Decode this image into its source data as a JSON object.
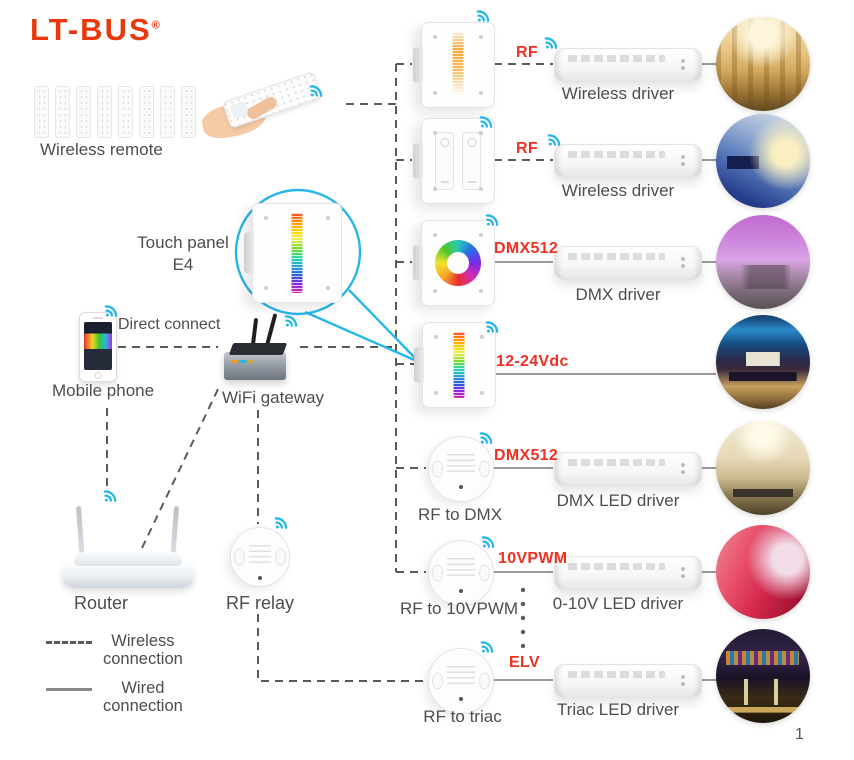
{
  "page": {
    "number": "1"
  },
  "logo": {
    "text": "LT-BUS",
    "reg": "®"
  },
  "colors": {
    "brand_red": "#e8380d",
    "protocol_label_red": "#ee3124",
    "wifi_cyan": "#29b6e8",
    "wired_line_gray": "#9a9a9a",
    "wireless_line_gray": "#5a5a5a",
    "text_gray": "#4d4d4d"
  },
  "left_column": {
    "wireless_remote_label": "Wireless remote",
    "touch_panel_label": "Touch panel",
    "touch_panel_model": "E4",
    "direct_connect_label": "Direct connect",
    "mobile_phone_label": "Mobile phone",
    "wifi_gateway_label": "WiFi gateway",
    "router_label": "Router",
    "rf_relay_label": "RF relay"
  },
  "legend": {
    "wireless_word": "Wireless",
    "wireless_word2": "connection",
    "wired_word": "Wired",
    "wired_word2": "connection"
  },
  "rows": [
    {
      "protocol": "RF",
      "driver_label": "Wireless driver",
      "photo": "warm-hotel-lobby"
    },
    {
      "protocol": "RF",
      "driver_label": "Wireless driver",
      "photo": "blue-living-room"
    },
    {
      "protocol": "DMX512",
      "driver_label": "DMX driver",
      "photo": "purple-bedroom"
    },
    {
      "protocol": "12-24Vdc",
      "driver_label": "",
      "photo": "home-theater"
    },
    {
      "protocol": "DMX512",
      "converter_label": "RF to DMX",
      "driver_label": "DMX LED driver",
      "photo": "warm-ceiling-room"
    },
    {
      "protocol": "10VPWM",
      "converter_label": "RF to 10VPWM",
      "driver_label": "0-10V LED driver",
      "photo": "red-room"
    },
    {
      "protocol": "ELV",
      "converter_label": "RF to triac",
      "driver_label": "Triac LED driver",
      "photo": "bar-counter"
    }
  ]
}
